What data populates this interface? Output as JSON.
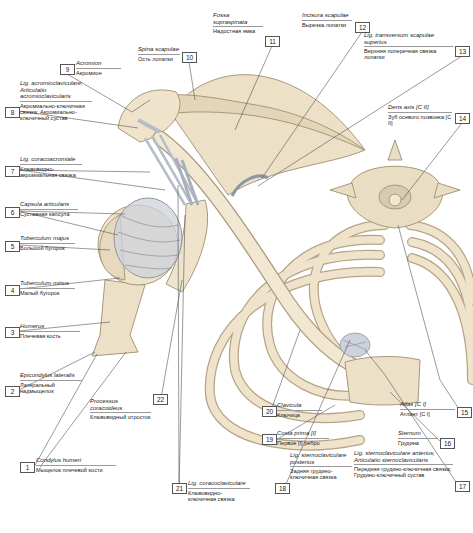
{
  "diagram": {
    "labels": [
      "1",
      "Condylus humeri",
      "Мыщелок плечевой кости",
      "2",
      "Epicondylus lateralis",
      "Латеральный надмыщелок",
      "3",
      "Humerus",
      "Плечевая кость",
      "4",
      "Tuberculum minus",
      "Малый бугорок",
      "5",
      "Tuberculum majus",
      "Большой бугорок",
      "6",
      "Capsula articularis",
      "Суставная капсула",
      "7",
      "Lig. coracoacromiale",
      "Клювовидно-акромиальная связка",
      "8",
      "Lig. acromioclaviculare; Articulatio acromioclavicularis",
      "Акромиально-ключичная связка; Акромиально-ключичный сустав",
      "9",
      "Acromion",
      "Акромион",
      "10",
      "Spina scapulae",
      "Ость лопатки",
      "11",
      "Fossa supraspinata",
      "Надостная ямка",
      "12",
      "Incisura scapulae",
      "Вырезка лопатки",
      "13",
      "Lig. transversum scapulae superius",
      "Верхняя поперечная связка лопатки",
      "14",
      "Dens axis [C II]",
      "Зуб осевого позвонка [C II]",
      "15",
      "Atlas [C I]",
      "Атлант [C I]",
      "16",
      "Sternum",
      "Грудина",
      "17",
      "Lig. sternoclaviculare anterius; Articulatio sternoclavicularis",
      "Передняя грудино-ключичная связка; Грудино-ключичный сустав",
      "18",
      "Lig. sternoclaviculare posterius",
      "Задняя грудино-ключичная связка",
      "19",
      "Costa prima [I]",
      "Первое [I] ребро",
      "20",
      "Clavicula",
      "Ключица",
      "21",
      "Lig. coracoclaviculare",
      "Клювовидно-ключичная связка",
      "22",
      "Processus coracoideus",
      "Клювовидный отросток"
    ]
  }
}
